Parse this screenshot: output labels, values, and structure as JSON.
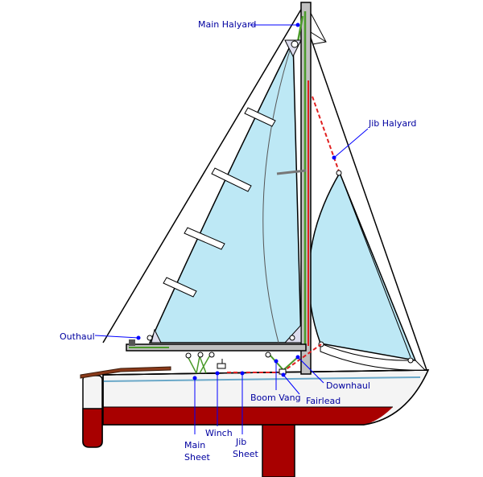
{
  "labels": {
    "main_halyard": "Main Halyard",
    "jib_halyard": "Jib Halyard",
    "outhaul": "Outhaul",
    "downhaul": "Downhaul",
    "boom_vang": "Boom Vang",
    "fairlead": "Fairlead",
    "winch": "Winch",
    "main_sheet_1": "Main",
    "main_sheet_2": "Sheet",
    "jib_sheet_1": "Jib",
    "jib_sheet_2": "Sheet"
  },
  "colors": {
    "label": "#0000a0",
    "sail": "#bde8f5",
    "hull_bottom": "#a80000",
    "mast": "#c0c0c0",
    "halyard_main": "#4a9a2a",
    "halyard_jib": "#e02020",
    "leader": "#0000ff"
  }
}
